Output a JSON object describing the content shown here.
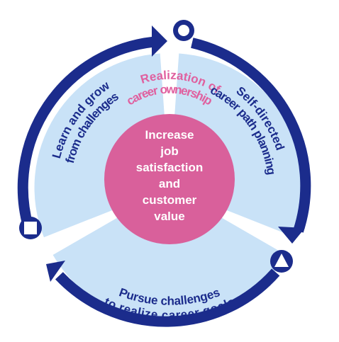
{
  "steps": [
    {
      "line1": "Learn and grow",
      "line2": "from challenges",
      "marker": "square-marker"
    },
    {
      "line1": "Self-directed",
      "line2": "career path planning",
      "marker": "circle-marker"
    },
    {
      "line1": "Pursue challenges",
      "line2": "to realize career goals",
      "marker": "triangle-marker"
    }
  ],
  "outcome": {
    "line1": "Realization of",
    "line2": "career ownership"
  },
  "core": {
    "line1": "Increase",
    "line2": "job",
    "line3": "satisfaction",
    "line4": "and",
    "line5": "customer",
    "line6": "value"
  },
  "colors": {
    "ring": "#1b2c8c",
    "sector": "#c9e2f7",
    "core": "#d9609b",
    "outcome_text": "#e0609f",
    "core_text": "#ffffff"
  }
}
